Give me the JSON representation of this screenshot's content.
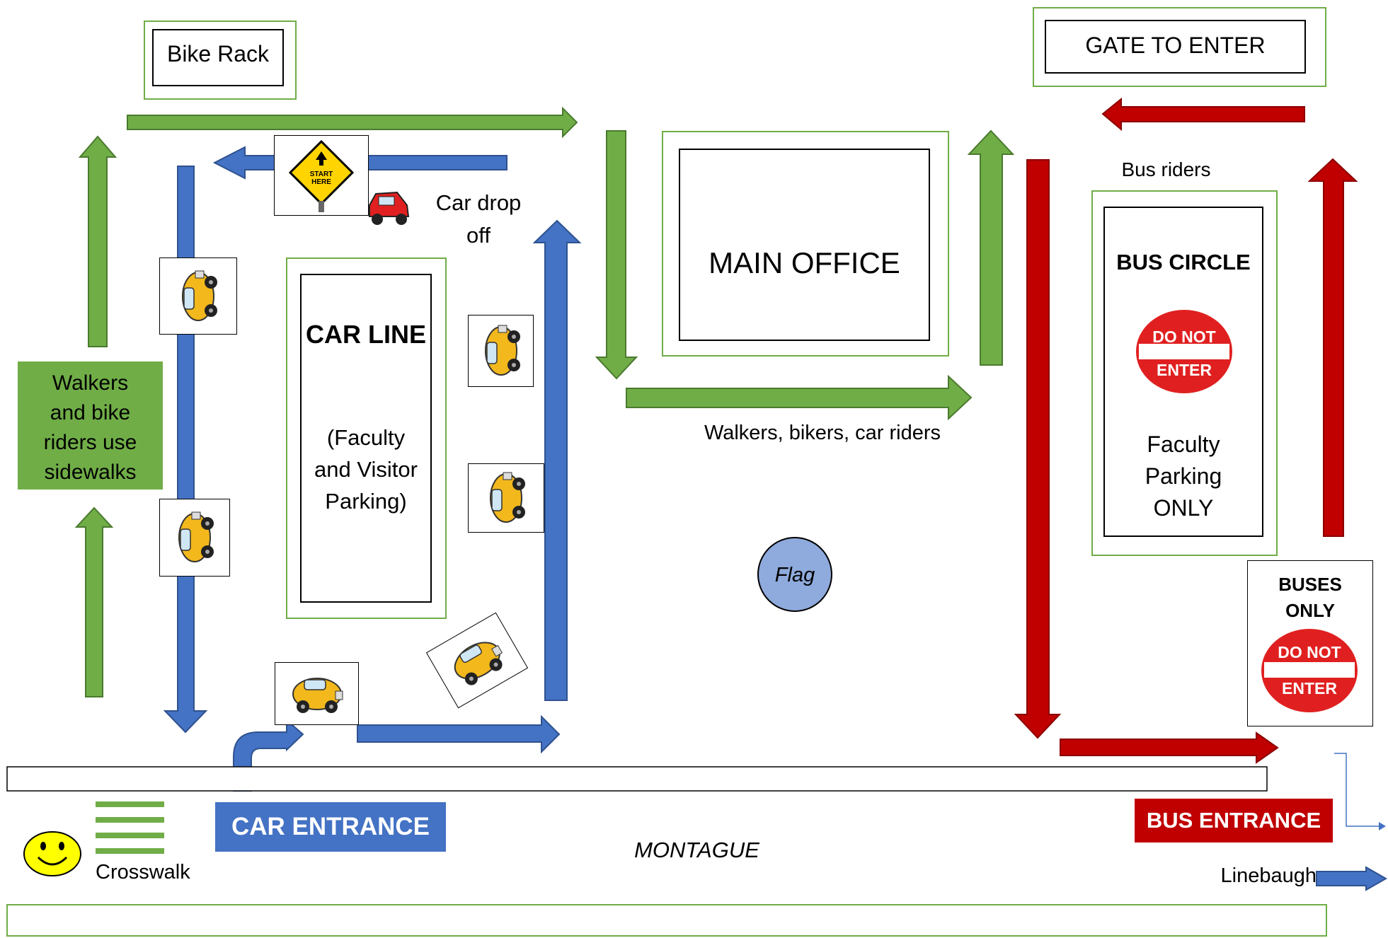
{
  "labels": {
    "bike_rack": "Bike Rack",
    "gate_to_enter": "GATE TO ENTER",
    "bus_riders": "Bus riders",
    "car_drop_off": "Car drop off",
    "main_office": "MAIN OFFICE",
    "bus_circle": "BUS CIRCLE",
    "faculty_parking_only": "Faculty Parking ONLY",
    "car_line_title": "CAR LINE",
    "car_line_sub": "(Faculty and Visitor Parking)",
    "walkers_sidewalks": "Walkers and bike riders use sidewalks",
    "walkers_bikers_car_riders": "Walkers, bikers, car riders",
    "flag": "Flag",
    "buses_only": "BUSES ONLY",
    "do_not": "DO NOT",
    "enter": "ENTER",
    "car_entrance": "CAR ENTRANCE",
    "bus_entrance": "BUS ENTRANCE",
    "montague": "MONTAGUE",
    "crosswalk": "Crosswalk",
    "linebaugh": "Linebaugh",
    "start_here": "START HERE"
  },
  "colors": {
    "walker_green": "#70ad47",
    "car_blue": "#4472c4",
    "bus_red": "#c00000",
    "flag_blue": "#8faadc",
    "taxi_yellow": "#f2b81c"
  },
  "icons": [
    "start-here-sign-icon",
    "red-car-icon",
    "taxi-icon",
    "do-not-enter-icon",
    "smiley-icon",
    "crosswalk-icon"
  ]
}
